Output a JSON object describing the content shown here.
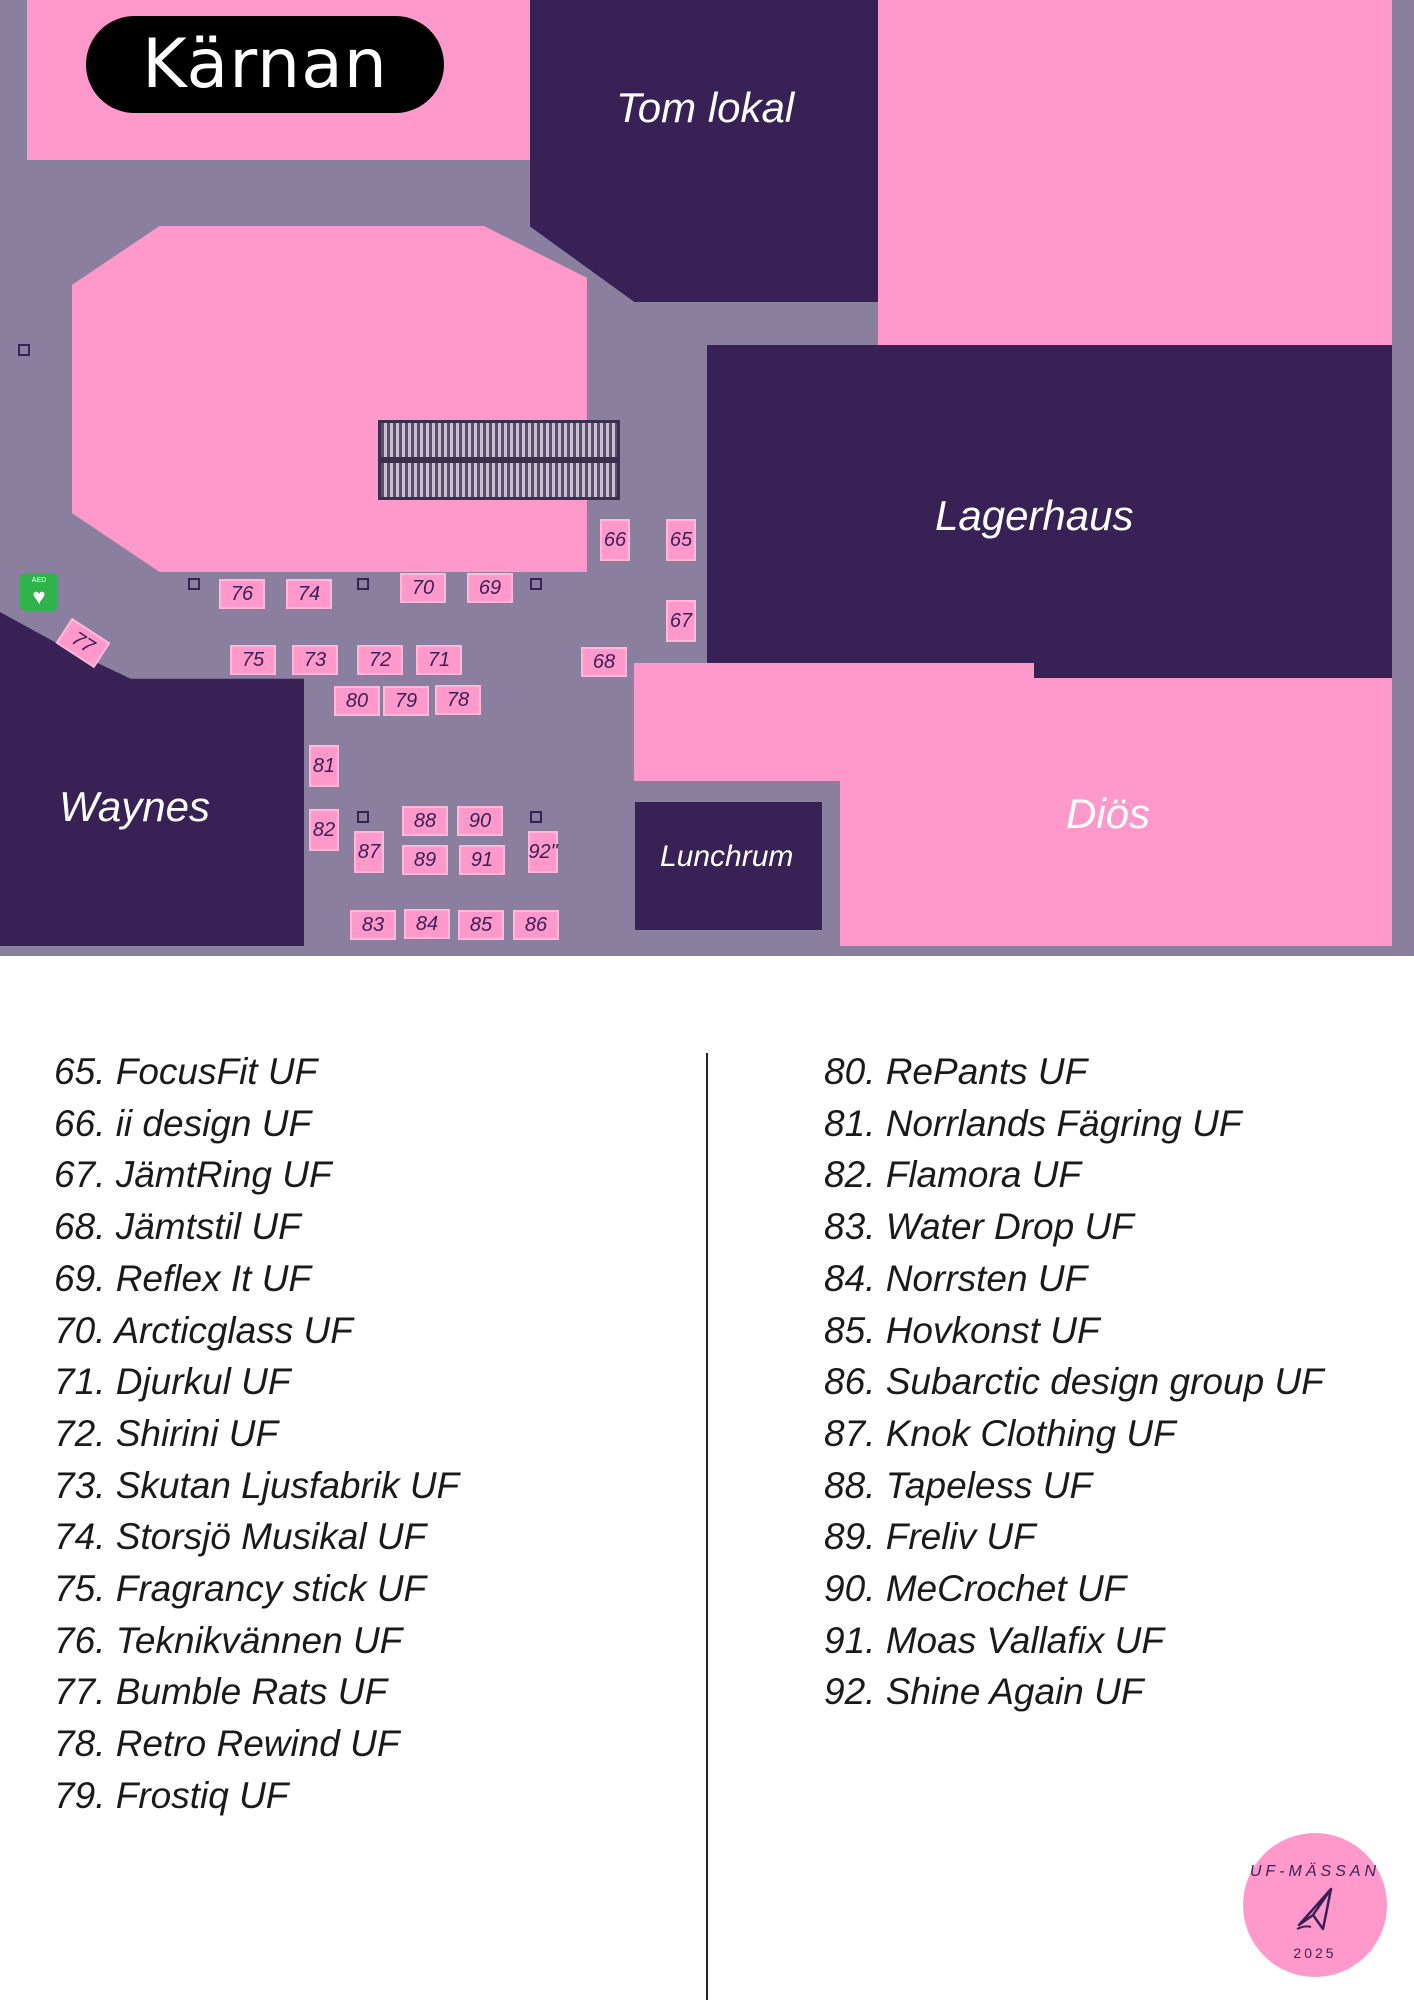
{
  "map": {
    "logo": "Kärnan",
    "stores": {
      "tom_lokal": "Tom lokal",
      "lagerhaus": "Lagerhaus",
      "waynes": "Waynes",
      "dios": "Diös",
      "lunchrum": "Lunchrum"
    },
    "aed_label": "AED",
    "aed_icon": "heart-lightning-icon",
    "booths": [
      "65",
      "66",
      "67",
      "68",
      "69",
      "70",
      "71",
      "72",
      "73",
      "74",
      "75",
      "76",
      "77",
      "78",
      "79",
      "80",
      "81",
      "82",
      "83",
      "84",
      "85",
      "86",
      "87",
      "88",
      "89",
      "90",
      "91",
      "92\""
    ]
  },
  "list_left": [
    "65. FocusFit UF",
    "66. ii design UF",
    "67. JämtRing UF",
    "68. Jämtstil UF",
    "69. Reflex It UF",
    "70. Arcticglass UF",
    "71. Djurkul UF",
    "72. Shirini UF",
    "73. Skutan Ljusfabrik UF",
    "74. Storsjö Musikal UF",
    "75. Fragrancy stick UF",
    "76. Teknikvännen UF",
    "77. Bumble Rats UF",
    "78. Retro Rewind UF",
    "79. Frostiq UF"
  ],
  "list_right": [
    "80. RePants UF",
    "81. Norrlands Fägring UF",
    "82. Flamora UF",
    "83. Water Drop UF",
    "84. Norrsten UF",
    "85. Hovkonst UF",
    "86. Subarctic design group UF",
    "87. Knok Clothing UF",
    "88. Tapeless UF",
    "89. Freliv UF",
    "90. MeCrochet UF",
    "91. Moas Vallafix UF",
    "92. Shine Again UF"
  ],
  "badge": {
    "text_top": "UF-MÄSSAN",
    "year": "2025",
    "icon": "paper-plane-icon"
  },
  "colors": {
    "pink": "#ff99cc",
    "dark_purple": "#382255",
    "corridor": "#8b7f9f"
  }
}
